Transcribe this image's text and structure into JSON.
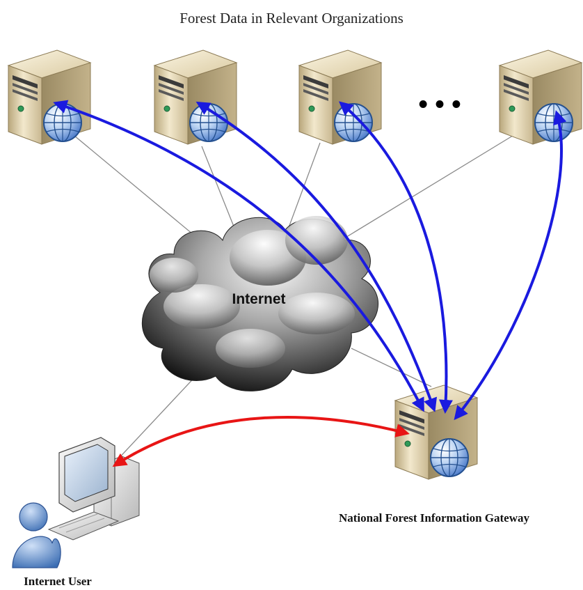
{
  "title": "Forest Data in Relevant Organizations",
  "cloud_label": "Internet",
  "gateway_label": "National Forest Information Gateway",
  "user_label": "Internet User",
  "ellipsis": "• • •",
  "colors": {
    "gateway_links": "#1a1adf",
    "user_link": "#e81515",
    "wired_lines": "#8a8a8a",
    "server_body": "#e8dcbc",
    "globe": "#3d6fc4"
  },
  "nodes": {
    "org_servers_count": 4
  }
}
